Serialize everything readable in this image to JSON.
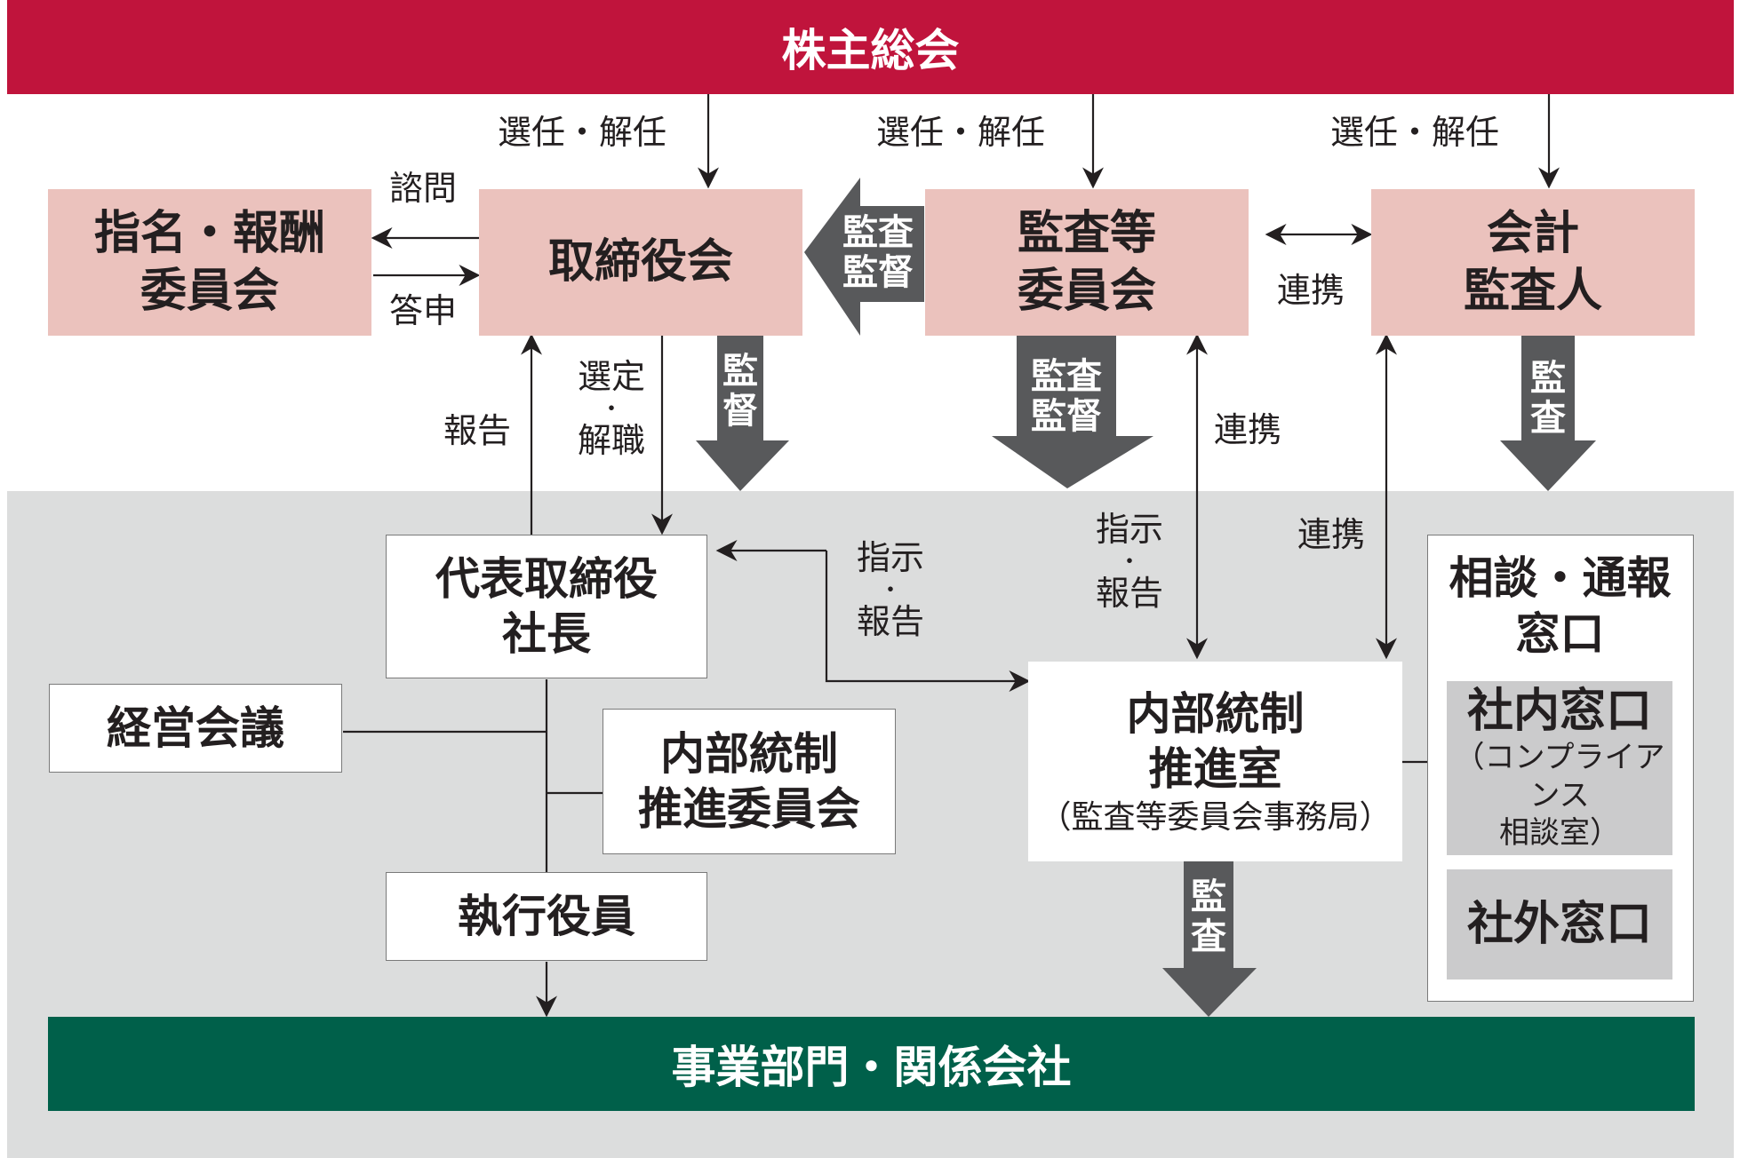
{
  "top_band": "株主総会",
  "bottom_band": "事業部門・関係会社",
  "boxes": {
    "nomination": [
      "指名・報酬",
      "委員会"
    ],
    "board": "取締役会",
    "audit_committee": [
      "監査等",
      "委員会"
    ],
    "accounting_auditor": [
      "会計",
      "監査人"
    ],
    "president": [
      "代表取締役",
      "社長"
    ],
    "management_meeting": "経営会議",
    "ic_committee": [
      "内部統制",
      "推進委員会"
    ],
    "executive_officers": "執行役員",
    "ic_office": [
      "内部統制",
      "推進室"
    ],
    "ic_office_note": "（監査等委員会事務局）",
    "hotline": [
      "相談・通報",
      "窓口"
    ],
    "internal_desk": "社内窓口",
    "internal_desk_note": [
      "（コンプライアンス",
      "相談室）"
    ],
    "external_desk": "社外窓口"
  },
  "labels": {
    "appoint_dismiss_1": "選任・解任",
    "appoint_dismiss_2": "選任・解任",
    "appoint_dismiss_3": "選任・解任",
    "consult": "諮問",
    "report_back": "答申",
    "report": "報告",
    "select_dismiss": [
      "選定",
      "・",
      "解職"
    ],
    "coordinate_1": "連携",
    "coordinate_2": "連携",
    "coordinate_3": "連携",
    "instruct_report_1": [
      "指示",
      "・",
      "報告"
    ],
    "instruct_report_2": [
      "指示",
      "・",
      "報告"
    ]
  },
  "block_arrows": {
    "audit_supervise_left": [
      "監査",
      "監督"
    ],
    "supervise_down": [
      "監",
      "督"
    ],
    "audit_supervise_down": [
      "監査",
      "監督"
    ],
    "audit_down_1": [
      "監",
      "査"
    ],
    "audit_down_2": [
      "監",
      "査"
    ]
  },
  "colors": {
    "top_band": "#c0143c",
    "bottom_band": "#00604a",
    "pink_box": "#ebc2bd",
    "gray_area": "#dcdddd",
    "block_arrow": "#58595b"
  }
}
